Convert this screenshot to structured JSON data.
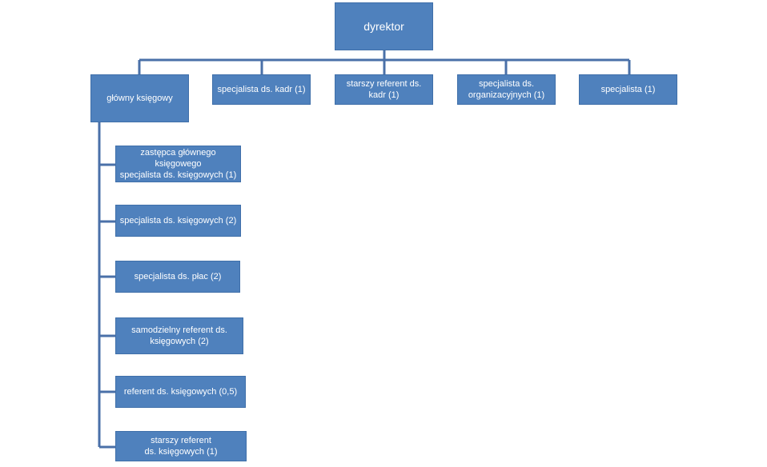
{
  "root": {
    "label": "dyrektor"
  },
  "top_level": [
    {
      "label": "główny księgowy"
    },
    {
      "label": "specjalista ds. kadr (1)"
    },
    {
      "label": "starszy referent ds.\nkadr (1)"
    },
    {
      "label": "specjalista ds.\norganizacyjnych (1)"
    },
    {
      "label": "specjalista (1)"
    }
  ],
  "subordinates": [
    {
      "label": "zastępca głównego\nksięgowego\nspecjalista ds. księgowych (1)"
    },
    {
      "label": "specjalista ds. księgowych (2)"
    },
    {
      "label": "specjalista ds. płac (2)"
    },
    {
      "label": "samodzielny referent ds.\nksięgowych (2)"
    },
    {
      "label": "referent  ds. księgowych (0,5)"
    },
    {
      "label": "starszy referent\nds. księgowych (1)"
    }
  ],
  "colors": {
    "box": "#4f81bd",
    "line": "#4a70a8",
    "text": "#ffffff"
  }
}
